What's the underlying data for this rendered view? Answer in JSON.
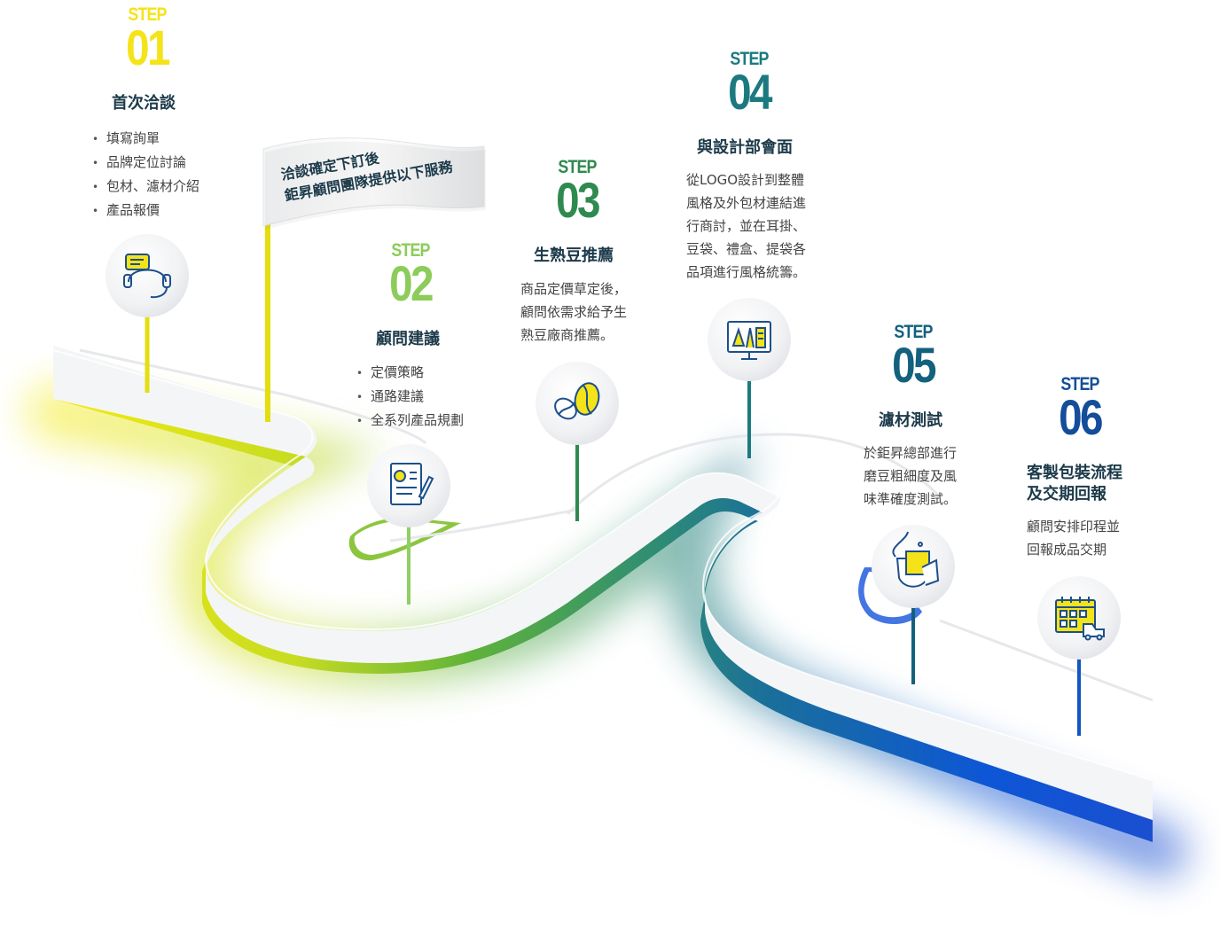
{
  "flag": {
    "lines": [
      "洽談確定下訂後",
      "鉅昇顧問團隊提供以下服務"
    ]
  },
  "steps": [
    {
      "word": "STEP",
      "num": "01",
      "color": "#f5e31a",
      "title": "首次洽談",
      "bullets": [
        "填寫詢單",
        "品牌定位討論",
        "包材、濾材介紹",
        "產品報價"
      ],
      "icon": "headset-chat-icon"
    },
    {
      "word": "STEP",
      "num": "02",
      "color": "#8ccc5a",
      "title": "顧問建議",
      "bullets": [
        "定價策略",
        "通路建議",
        "全系列產品規劃"
      ],
      "icon": "document-pen-icon"
    },
    {
      "word": "STEP",
      "num": "03",
      "color": "#2f8a4f",
      "title": "生熟豆推薦",
      "desc": [
        "商品定價草定後，",
        "顧問依需求給予生",
        "熟豆廠商推薦。"
      ],
      "icon": "coffee-beans-icon"
    },
    {
      "word": "STEP",
      "num": "04",
      "color": "#1b7a80",
      "title": "與設計部會面",
      "desc": [
        "從LOGO設計到整體",
        "風格及外包材連結進",
        "行商討，並在耳掛、",
        "豆袋、禮盒、提袋各",
        "品項進行風格統籌。"
      ],
      "icon": "design-monitor-icon"
    },
    {
      "word": "STEP",
      "num": "05",
      "color": "#13617e",
      "title": "濾材測試",
      "desc": [
        "於鉅昇總部進行",
        "磨豆粗細度及風",
        "味準確度測試。"
      ],
      "icon": "drip-filter-icon"
    },
    {
      "word": "STEP",
      "num": "06",
      "color": "#144d99",
      "title": "客製包裝流程\n及交期回報",
      "title_lines": [
        "客製包裝流程",
        "及交期回報"
      ],
      "desc": [
        "顧問安排印程並",
        "回報成品交期"
      ],
      "icon": "calendar-truck-icon"
    }
  ],
  "colors": {
    "yellow": "#f5e31a",
    "lime": "#b5d334",
    "green": "#4fae3c",
    "teal": "#2a8a86",
    "blue": "#1255c4",
    "title": "#1c3a4a"
  }
}
